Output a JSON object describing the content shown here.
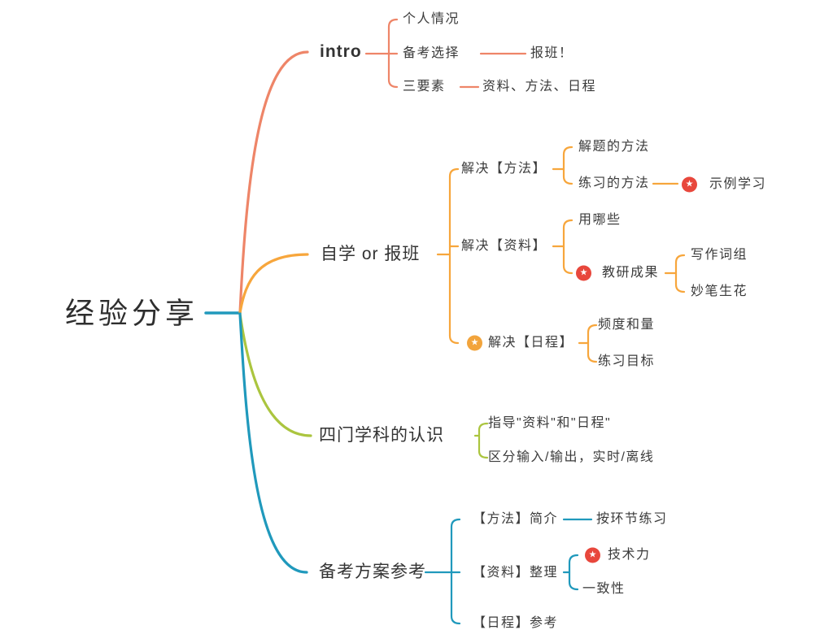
{
  "icons": {
    "star": "★"
  },
  "colors": {
    "branch_intro": "#EE8568",
    "branch_self_study": "#F7A63C",
    "branch_subjects": "#ABC53F",
    "branch_plan": "#2099BC",
    "marker_star_red": "#E8473C",
    "marker_star_yellow": "#F2A43C",
    "text": "#3B3B3B",
    "background": "#FFFFFF"
  },
  "map": {
    "root": "经验分享",
    "branches": [
      {
        "label": "intro",
        "children": [
          {
            "label": "个人情况"
          },
          {
            "label": "备考选择",
            "children": [
              {
                "label": "报班！"
              }
            ]
          },
          {
            "label": "三要素",
            "children": [
              {
                "label": "资料、方法、日程"
              }
            ]
          }
        ]
      },
      {
        "label": "自学 or 报班",
        "children": [
          {
            "label": "解决【方法】",
            "children": [
              {
                "label": "解题的方法"
              },
              {
                "label": "练习的方法",
                "children": [
                  {
                    "label": "示例学习",
                    "marker": "star-red"
                  }
                ]
              }
            ]
          },
          {
            "label": "解决【资料】",
            "children": [
              {
                "label": "用哪些"
              },
              {
                "label": "教研成果",
                "marker": "star-red",
                "children": [
                  {
                    "label": "写作词组"
                  },
                  {
                    "label": "妙笔生花"
                  }
                ]
              }
            ]
          },
          {
            "label": "解决【日程】",
            "marker": "star-yellow",
            "children": [
              {
                "label": "频度和量"
              },
              {
                "label": "练习目标"
              }
            ]
          }
        ]
      },
      {
        "label": "四门学科的认识",
        "children": [
          {
            "label": "指导\"资料\"和\"日程\""
          },
          {
            "label": "区分输入/输出，实时/离线"
          }
        ]
      },
      {
        "label": "备考方案参考",
        "children": [
          {
            "label": "【方法】简介",
            "children": [
              {
                "label": "按环节练习"
              }
            ]
          },
          {
            "label": "【资料】整理",
            "children": [
              {
                "label": "技术力",
                "marker": "star-red"
              },
              {
                "label": "一致性"
              }
            ]
          },
          {
            "label": "【日程】参考"
          }
        ]
      }
    ]
  }
}
